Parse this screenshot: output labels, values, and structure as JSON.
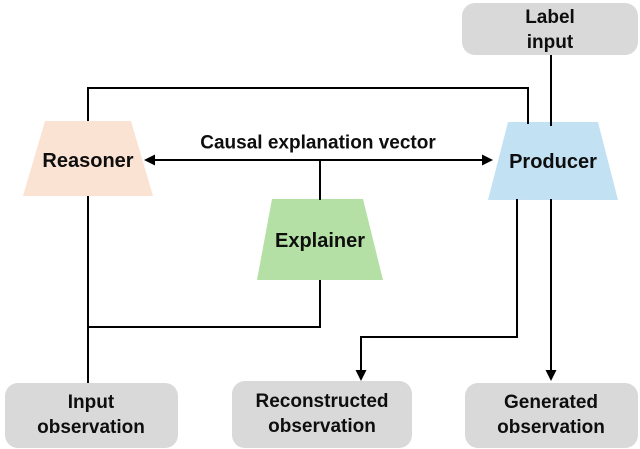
{
  "diagram": {
    "edge_label": "Causal explanation vector",
    "modules": {
      "reasoner": {
        "label": "Reasoner",
        "fill": "#fbe3d4"
      },
      "producer": {
        "label": "Producer",
        "fill": "#c2e2f4"
      },
      "explainer": {
        "label": "Explainer",
        "fill": "#b5e0a5"
      }
    },
    "io_boxes": {
      "fill": "#d9d9d9",
      "label_input": {
        "label": "Label input"
      },
      "input_observation": {
        "label": "Input\nobservation"
      },
      "reconstructed_observation": {
        "label": "Reconstructed\nobservation"
      },
      "generated_observation": {
        "label": "Generated\nobservation"
      }
    },
    "line_color": "#000000"
  }
}
